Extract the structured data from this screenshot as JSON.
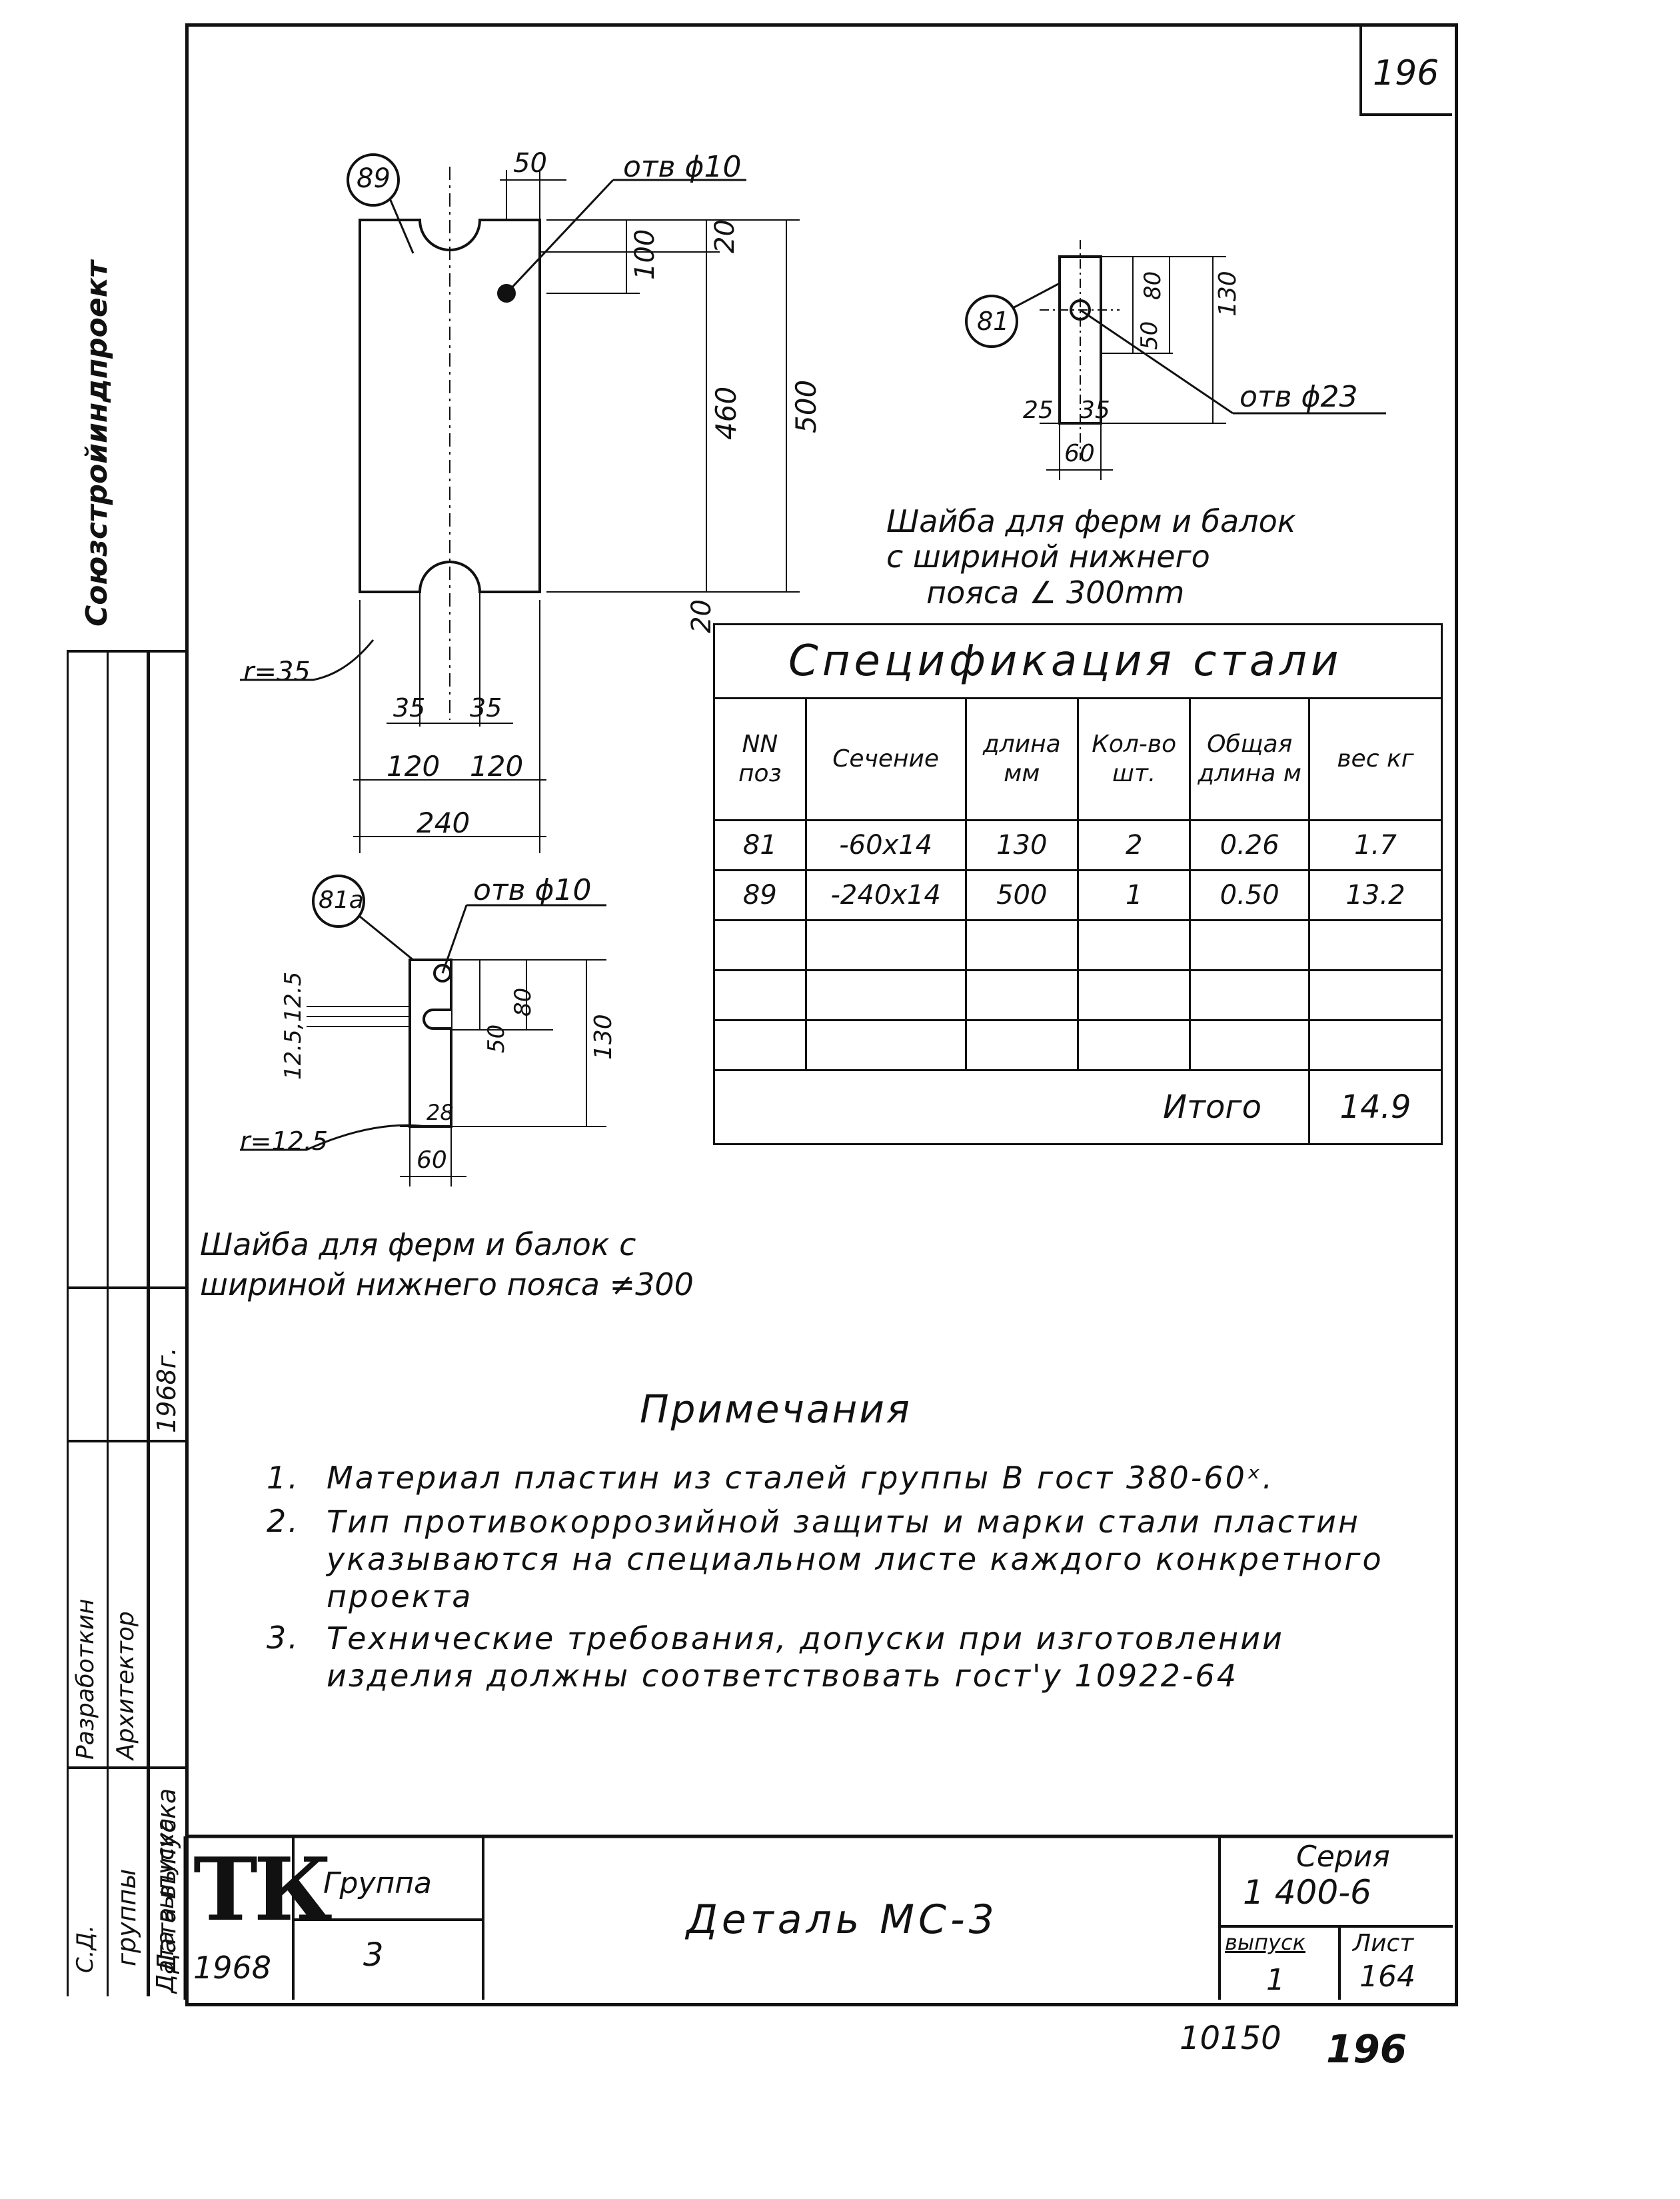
{
  "sheet_number_top": "196",
  "left_margin": {
    "org": "Союзстройиндпроект",
    "marks": [
      "С.Д.",
      "группы",
      "Разработкин",
      "Архитектор",
      "Дата выпуска",
      "1968г."
    ]
  },
  "part89": {
    "mark": "89",
    "hole_label": "отв ϕ10",
    "d50": "50",
    "d100": "100",
    "d20a": "20",
    "d460": "460",
    "d500": "500",
    "d20b": "20",
    "r35": "r=35",
    "d35a": "35",
    "d35b": "35",
    "d120a": "120",
    "d120b": "120",
    "d240": "240"
  },
  "part81": {
    "mark": "81",
    "d50": "50",
    "d80": "80",
    "d130": "130",
    "d25": "25",
    "d35": "35",
    "d60": "60",
    "hole_label": "отв ϕ23",
    "caption_l1": "Шайба для ферм и балок",
    "caption_l2": "с шириной нижнего",
    "caption_l3": "пояса ∠ 300mm"
  },
  "part81a": {
    "mark": "81а",
    "hole_label": "отв ϕ10",
    "d125": "12.5,12.5",
    "d50": "50",
    "d80": "80",
    "d130": "130",
    "d28": "28",
    "d60": "60",
    "r125": "r=12.5",
    "caption_l1": "Шайба для ферм и балок с",
    "caption_l2": "шириной нижнего пояса ≠300"
  },
  "spec": {
    "title": "Спецификация  стали",
    "headers": [
      "NN поз",
      "Сечение",
      "длина мм",
      "Кол-во шт.",
      "Общая длина м",
      "вес кг"
    ],
    "rows": [
      [
        "81",
        "-60x14",
        "130",
        "2",
        "0.26",
        "1.7"
      ],
      [
        "89",
        "-240x14",
        "500",
        "1",
        "0.50",
        "13.2"
      ],
      [
        "",
        "",
        "",
        "",
        "",
        ""
      ],
      [
        "",
        "",
        "",
        "",
        "",
        ""
      ],
      [
        "",
        "",
        "",
        "",
        "",
        ""
      ]
    ],
    "total_label": "Итого",
    "total_value": "14.9"
  },
  "notes": {
    "title": "Примечания",
    "items": [
      {
        "num": "1.",
        "text": "Материал пластин из сталей группы В гост 380-60ˣ."
      },
      {
        "num": "2.",
        "text": "Тип противокоррозийной защиты и марки стали пластин указываются на специальном листе каждого конкретного проекта"
      },
      {
        "num": "3.",
        "text": "Технические требования, допуски при изготовлении изделия должны соответствовать гост'у 10922-64"
      }
    ]
  },
  "title_block": {
    "logo": "ТК",
    "logo_year": "1968",
    "group_label": "Группа",
    "group_value": "3",
    "name": "Деталь МС-3",
    "series_label": "Серия",
    "series_value": "1 400-6",
    "issue_label": "выпуск",
    "issue_value": "1",
    "sheet_label": "Лист",
    "sheet_value": "164",
    "side_label": "Дата выпуска"
  },
  "footer": {
    "code": "10150",
    "page": "196"
  }
}
